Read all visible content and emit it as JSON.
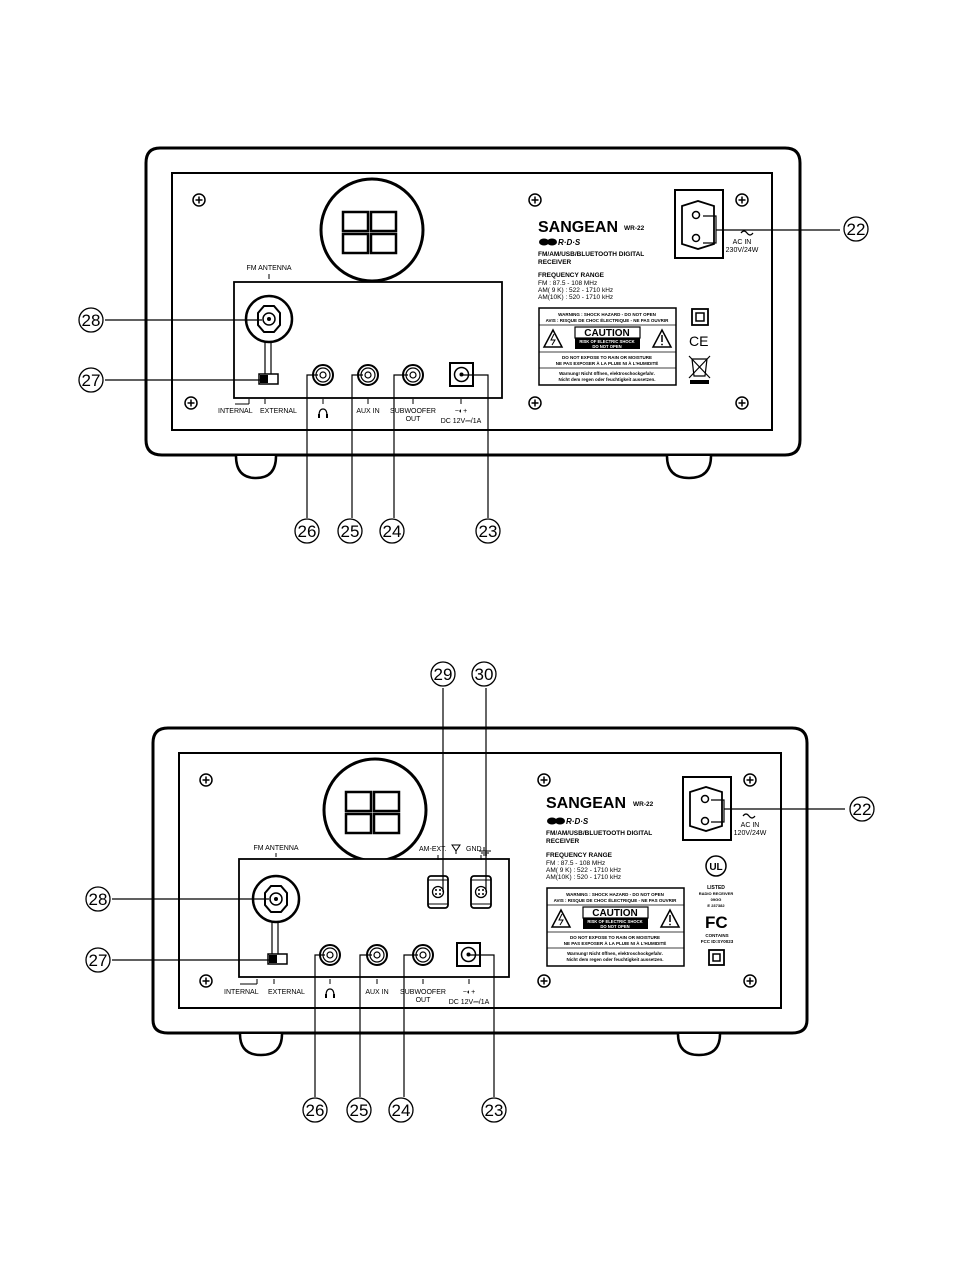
{
  "diagrams": [
    {
      "fm_antenna_label": "FM ANTENNA",
      "switch_labels": {
        "internal": "INTERNAL",
        "external": "EXTERNAL"
      },
      "jack_labels": {
        "aux": "AUX IN",
        "sub1": "SUBWOOFER",
        "sub2": "OUT",
        "dc_symbol": "−◐+",
        "dc": "DC 12V⎓/1A"
      },
      "brand": "SANGEAN",
      "model": "WR-22",
      "rds": "R·D·S",
      "product_line1": "FM/AM/USB/BLUETOOTH DIGITAL",
      "product_line2": "RECEIVER",
      "freq_title": "FREQUENCY RANGE",
      "freq_fm": "FM : 87.5 - 108 MHz",
      "freq_am9": "AM( 9 K) : 522 - 1710 kHz",
      "freq_am10": "AM(10K) : 520 - 1710 kHz",
      "warn1": "WARNING : SHOCK HAZARD - DO NOT OPEN",
      "warn2": "AVIS : RISQUE DE CHOC ÉLECTRIQUE - NE PAS OUVRIR",
      "caution": "CAUTION",
      "caution_sub1": "RISK OF ELECTRIC SHOCK",
      "caution_sub2": "DO NOT OPEN",
      "warn3": "DO NOT EXPOSE TO RAIN OR MOISTURE",
      "warn4": "NE PAS EXPOSER À LA PLUIE NI À L'HUMIDITÉ",
      "warn5": "Warnung! Nicht öffnen, elektroschockgefahr.",
      "warn6": "Nicht dem regen oder feuchtigkeit aussetzen.",
      "ac_in": "AC IN",
      "ac_rating": "230V/24W",
      "ce": "CE",
      "callouts": {
        "c22": "22",
        "c23": "23",
        "c24": "24",
        "c25": "25",
        "c26": "26",
        "c27": "27",
        "c28": "28"
      }
    },
    {
      "fm_antenna_label": "FM ANTENNA",
      "switch_labels": {
        "internal": "INTERNAL",
        "external": "EXTERNAL"
      },
      "jack_labels": {
        "aux": "AUX IN",
        "sub1": "SUBWOOFER",
        "sub2": "OUT",
        "dc_symbol": "−◐+",
        "dc": "DC 12V⎓/1A"
      },
      "am_ext": "AM-EXT.",
      "gnd": "GND",
      "brand": "SANGEAN",
      "model": "WR-22",
      "rds": "R·D·S",
      "product_line1": "FM/AM/USB/BLUETOOTH DIGITAL",
      "product_line2": "RECEIVER",
      "freq_title": "FREQUENCY RANGE",
      "freq_fm": "FM : 87.5 - 108 MHz",
      "freq_am9": "AM( 9 K) : 522 - 1710 kHz",
      "freq_am10": "AM(10K) : 520 - 1710 kHz",
      "warn1": "WARNING : SHOCK HAZARD - DO NOT OPEN",
      "warn2": "AVIS : RISQUE DE CHOC ÉLECTRIQUE - NE PAS OUVRIR",
      "caution": "CAUTION",
      "caution_sub1": "RISK OF ELECTRIC SHOCK",
      "caution_sub2": "DO NOT OPEN",
      "warn3": "DO NOT EXPOSE TO RAIN OR MOISTURE",
      "warn4": "NE PAS EXPOSER À LA PLUIE NI À L'HUMIDITÉ",
      "warn5": "Warnung! Nicht öffnen, elektroschockgefahr.",
      "warn6": "Nicht dem regen oder feuchtigkeit aussetzen.",
      "ac_in": "AC IN",
      "ac_rating": "120V/24W",
      "ul_listed": "LISTED",
      "ul_line2": "RADIO RECEIVER",
      "ul_line3": "09GG",
      "ul_line4": "E 237382",
      "fc": "FC",
      "fcc1": "CONTAINS",
      "fcc2": "FCC ID:SY0023",
      "callouts": {
        "c22": "22",
        "c23": "23",
        "c24": "24",
        "c25": "25",
        "c26": "26",
        "c27": "27",
        "c28": "28",
        "c29": "29",
        "c30": "30"
      }
    }
  ]
}
